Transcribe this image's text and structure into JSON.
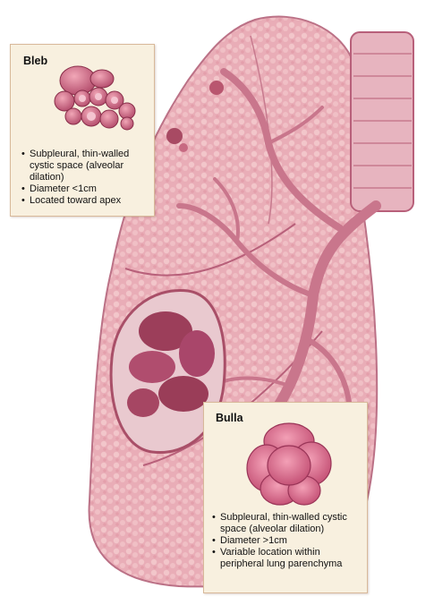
{
  "bleb": {
    "title": "Bleb",
    "points": [
      "Subpleural, thin-walled cystic space (alveolar dilation)",
      "Diameter <1cm",
      "Located toward apex"
    ]
  },
  "bulla": {
    "title": "Bulla",
    "points": [
      "Subpleural, thin-walled cystic space (alveolar dilation)",
      "Diameter >1cm",
      "Variable location within peripheral lung parenchyma"
    ]
  },
  "colors": {
    "lung": "#d98fa0",
    "lung_dark": "#b8607a",
    "bronchus": "#c9768c",
    "callout_bg": "#f8f0df",
    "callout_border": "#d8b99a"
  }
}
